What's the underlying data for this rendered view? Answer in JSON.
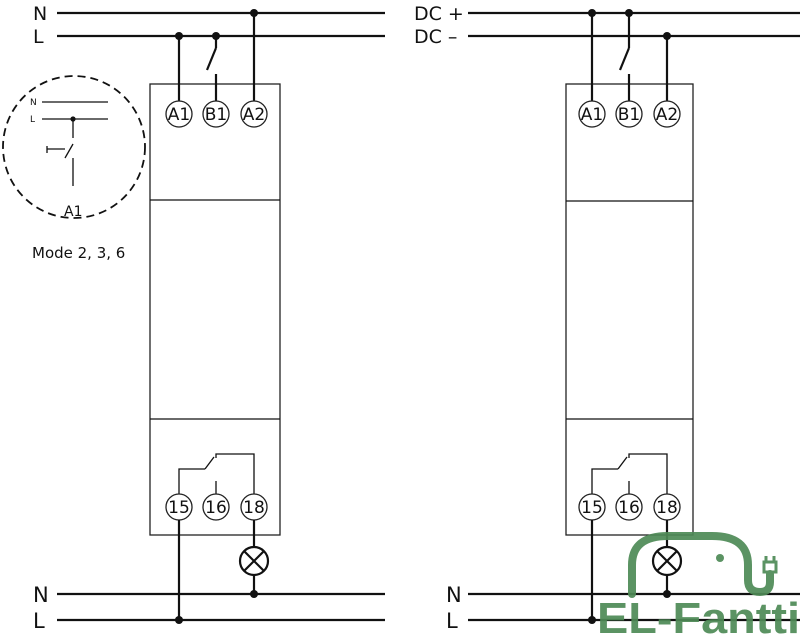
{
  "left": {
    "top_lines": [
      "N",
      "L"
    ],
    "bottom_lines": [
      "N",
      "L"
    ],
    "top_terminals": [
      "A1",
      "B1",
      "A2"
    ],
    "bottom_terminals": [
      "15",
      "16",
      "18"
    ]
  },
  "right": {
    "top_lines": [
      "DC +",
      "DC –"
    ],
    "bottom_lines": [
      "N",
      "L"
    ],
    "top_terminals": [
      "A1",
      "B1",
      "A2"
    ],
    "bottom_terminals": [
      "15",
      "16",
      "18"
    ]
  },
  "inset": {
    "line_labels": [
      "N",
      "L"
    ],
    "terminal": "A1",
    "caption": "Mode 2, 3, 6"
  },
  "watermark": {
    "text": "EL-Fantti",
    "color": "#4e8a56"
  }
}
